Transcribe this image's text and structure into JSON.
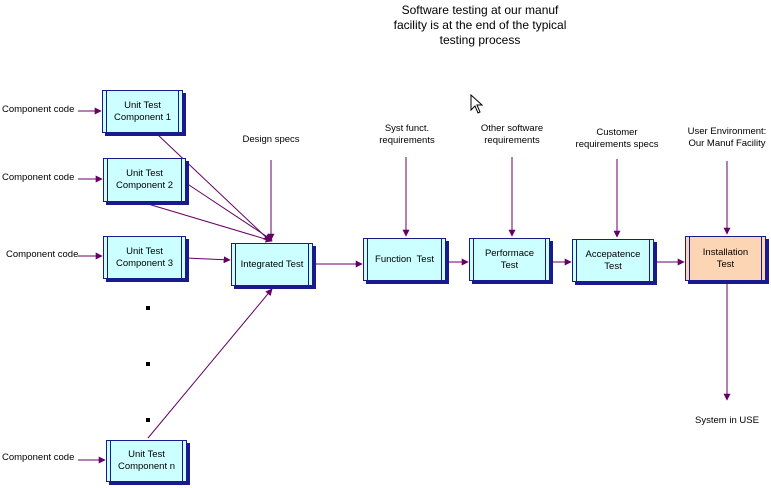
{
  "title_note": {
    "line1": "Software testing at our manuf",
    "line2": "facility is at the end of the typical",
    "line3": "testing process"
  },
  "inputs": {
    "component_code_1": "Component code",
    "component_code_2": "Component code",
    "component_code_3": "Component code",
    "component_code_n": "Component code"
  },
  "specs": {
    "design": [
      "Design specs"
    ],
    "function": [
      "Syst funct.",
      "requirements"
    ],
    "performance": [
      "Other software",
      "requirements"
    ],
    "acceptance": [
      "Customer",
      "requirements specs"
    ],
    "installation": [
      "User Environment:",
      "Our Manuf Facility"
    ]
  },
  "boxes": {
    "unit1": [
      "Unit Test",
      "Component 1"
    ],
    "unit2": [
      "Unit Test",
      "Component 2"
    ],
    "unit3": [
      "Unit Test",
      "Component 3"
    ],
    "unitn": [
      "Unit Test",
      "Component n"
    ],
    "integrated": [
      "Integrated Test"
    ],
    "function": [
      "Function  Test"
    ],
    "performance": [
      "Performace",
      "Test"
    ],
    "acceptance": [
      "Accepatence",
      "Test"
    ],
    "installation": [
      "Installation",
      "Test"
    ]
  },
  "output": {
    "system_in_use": "System in USE"
  },
  "colors": {
    "box_fill": "#ccffff",
    "highlight_fill": "#fcd6b4",
    "box_border": "#1a1a8c",
    "arrow": "#660066"
  }
}
